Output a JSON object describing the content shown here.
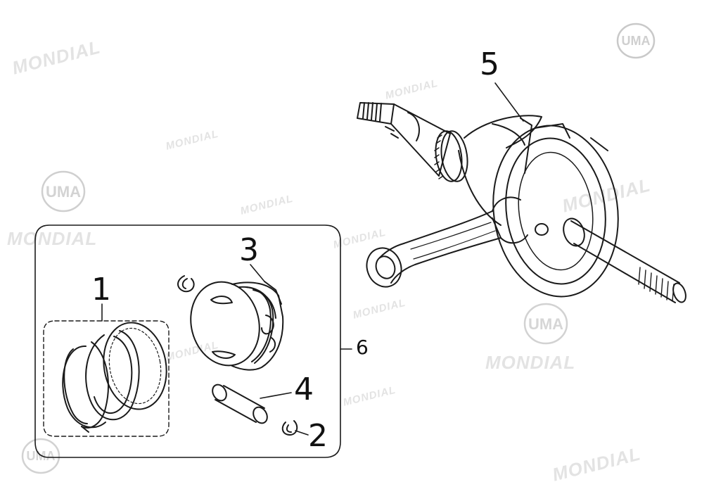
{
  "watermark": {
    "brand_text": "MONDIAL",
    "logo_text": "UMA",
    "color": "#e2e2e2",
    "logo_ring_color": "#bdbdbd"
  },
  "callouts": {
    "piston_ring_set": "1",
    "circlip": "2",
    "piston": "3",
    "piston_pin": "4",
    "crankshaft": "5",
    "piston_assembly": "6"
  },
  "colors": {
    "line_art": "#1a1a1a",
    "background": "#ffffff"
  }
}
